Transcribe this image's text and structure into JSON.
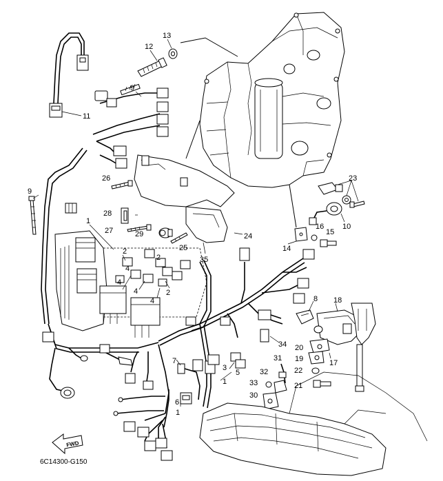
{
  "diagram": {
    "drawing_code": "6C14300-G150",
    "fwd_label": "FWD",
    "callouts": {
      "c1a": "1",
      "c1b": "1",
      "c1c": "1",
      "c2a": "2",
      "c2b": "2",
      "c2c": "2",
      "c3": "3",
      "c4a": "4",
      "c4b": "4",
      "c4c": "4",
      "c4d": "4",
      "c5": "5",
      "c6": "6",
      "c7": "7",
      "c8": "8",
      "c9a": "9",
      "c9b": "9",
      "c10": "10",
      "c11": "11",
      "c12": "12",
      "c13": "13",
      "c14": "14",
      "c15": "15",
      "c16": "16",
      "c17": "17",
      "c18": "18",
      "c19": "19",
      "c20": "20",
      "c21": "21",
      "c22": "22",
      "c23": "23",
      "c24": "24",
      "c25": "25",
      "c26": "26",
      "c27": "27",
      "c28": "28",
      "c29": "29",
      "c30": "30",
      "c31": "31",
      "c32": "32",
      "c33": "33",
      "c34": "34",
      "c35": "35"
    }
  }
}
